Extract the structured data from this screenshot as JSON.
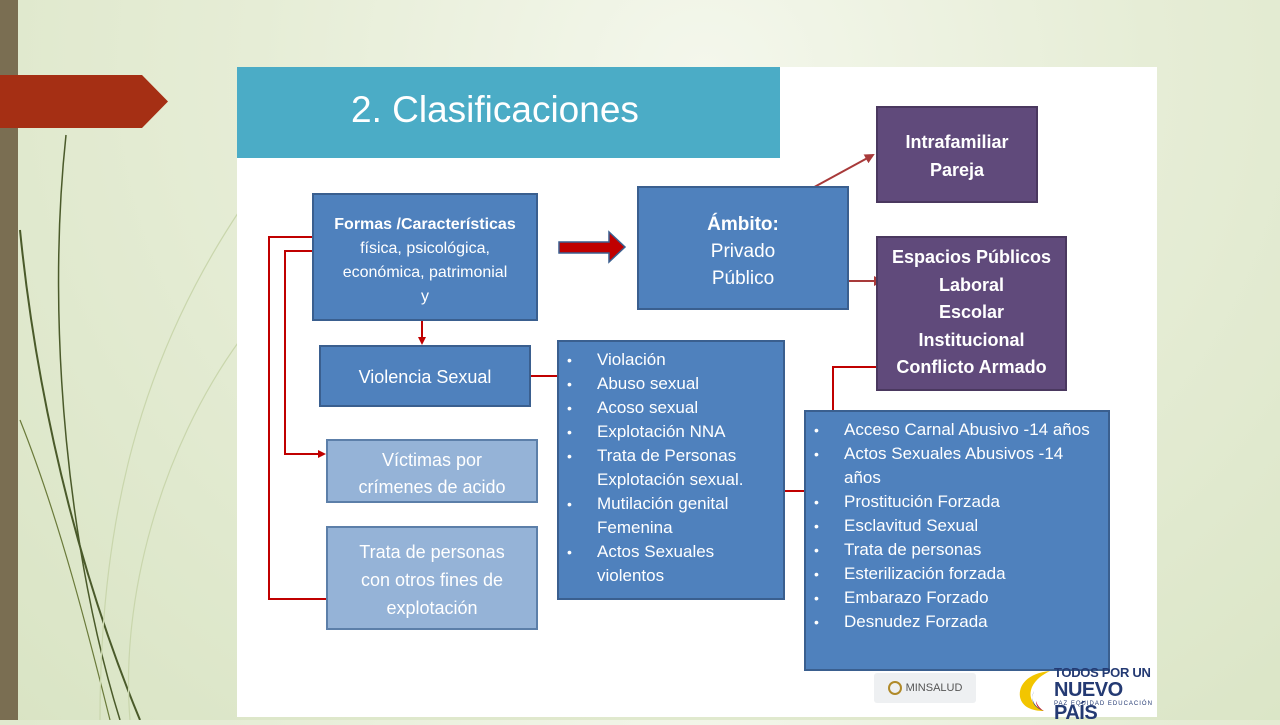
{
  "slide": {
    "title": "2. Clasificaciones",
    "formas": {
      "heading": "Formas /Características",
      "lines": [
        "física, psicológica,",
        "económica, patrimonial",
        "y"
      ]
    },
    "ambito": {
      "heading": "Ámbito:",
      "lines": [
        "Privado",
        "Público"
      ]
    },
    "intrafamiliar": [
      "Intrafamiliar",
      "Pareja"
    ],
    "espacios": [
      "Espacios Públicos",
      "Laboral",
      "Escolar",
      "Institucional",
      "Conflicto Armado"
    ],
    "violencia_sexual": "Violencia Sexual",
    "victimas": [
      "Víctimas por",
      "crímenes de acido"
    ],
    "trata": [
      "Trata de personas",
      "con otros fines de",
      "explotación"
    ],
    "lista_sexual": [
      "Violación",
      "Abuso sexual",
      "Acoso sexual",
      "Explotación NNA",
      "Trata de Personas Explotación sexual.",
      "Mutilación genital Femenina",
      "Actos Sexuales violentos"
    ],
    "lista_conflicto": [
      "Acceso Carnal Abusivo -14 años",
      "Actos Sexuales Abusivos -14 años",
      "Prostitución Forzada",
      "Esclavitud Sexual",
      "Trata de personas",
      "Esterilización forzada",
      "Embarazo Forzado",
      "Desnudez Forzada"
    ],
    "logos": {
      "minsalud": "MINSALUD",
      "tpun_line1": "TODOS POR UN",
      "tpun_line2": "NUEVO PAÍS",
      "tpun_line3": "PAZ EQUIDAD EDUCACIÓN"
    }
  },
  "colors": {
    "title_bar": "#4bacc6",
    "box_blue": "#4f81bd",
    "box_lightblue": "#95b3d7",
    "box_purple": "#604a7b",
    "arrow_red": "#c00000",
    "tab_red": "#a52f14"
  }
}
